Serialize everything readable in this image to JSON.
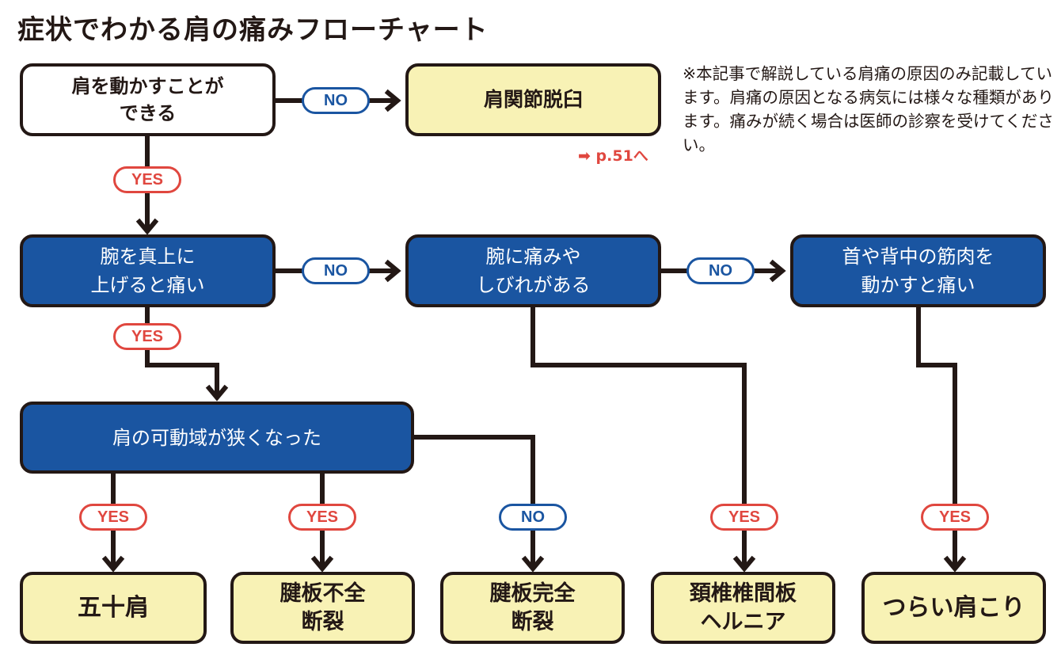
{
  "title": "症状でわかる肩の痛みフローチャート",
  "note": "※本記事で解説している肩痛の原因のみ記載しています。肩痛の原因となる病気には様々な種類があります。痛みが続く場合は医師の診察を受けてください。",
  "colors": {
    "question_blue": "#1a55a1",
    "result_yellow": "#f8f2b5",
    "yes_red": "#e0473f",
    "no_blue": "#1a55a1",
    "line_dark": "#231815"
  },
  "nodes": {
    "q_can_move": "肩を動かすことが\nできる",
    "r_dislocation": "肩関節脱臼",
    "r_dislocation_ref": "➡ p.51へ",
    "q_arm_up": "腕を真上に\n上げると痛い",
    "q_arm_numb": "腕に痛みや\nしびれがある",
    "q_neck_back": "首や背中の筋肉を\n動かすと痛い",
    "q_range": "肩の可動域が狭くなった",
    "r_frozen": "五十肩",
    "r_partial_tear": "腱板不全\n断裂",
    "r_full_tear": "腱板完全\n断裂",
    "r_hernia": "頚椎椎間板\nヘルニア",
    "r_stiff": "つらい肩こり"
  },
  "labels": {
    "yes": "YES",
    "no": "NO"
  }
}
